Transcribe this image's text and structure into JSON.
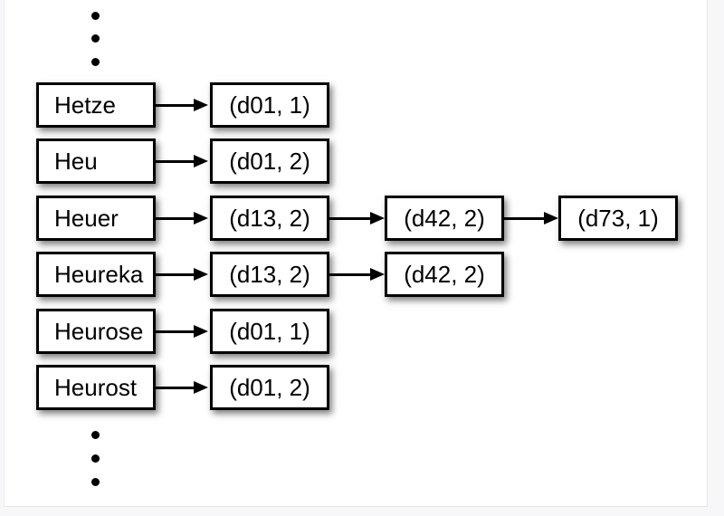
{
  "page": {
    "background_outer": "#f7f7f9",
    "background_slide": "#ffffff",
    "edge_line_color": "#e7e7e9"
  },
  "diagram": {
    "box_border_color": "#000000",
    "text_color": "#000000",
    "shadow_color": "rgba(0,0,0,0.5)",
    "ellipsis_icon": "vertical-ellipsis",
    "rows": [
      {
        "term": "Hetze",
        "postings": [
          "(d01, 1)"
        ]
      },
      {
        "term": "Heu",
        "postings": [
          "(d01, 2)"
        ]
      },
      {
        "term": "Heuer",
        "postings": [
          "(d13, 2)",
          "(d42, 2)",
          "(d73, 1)"
        ]
      },
      {
        "term": "Heureka",
        "postings": [
          "(d13, 2)",
          "(d42, 2)"
        ]
      },
      {
        "term": "Heurose",
        "postings": [
          "(d01, 1)"
        ]
      },
      {
        "term": "Heurost",
        "postings": [
          "(d01, 2)"
        ]
      }
    ]
  }
}
